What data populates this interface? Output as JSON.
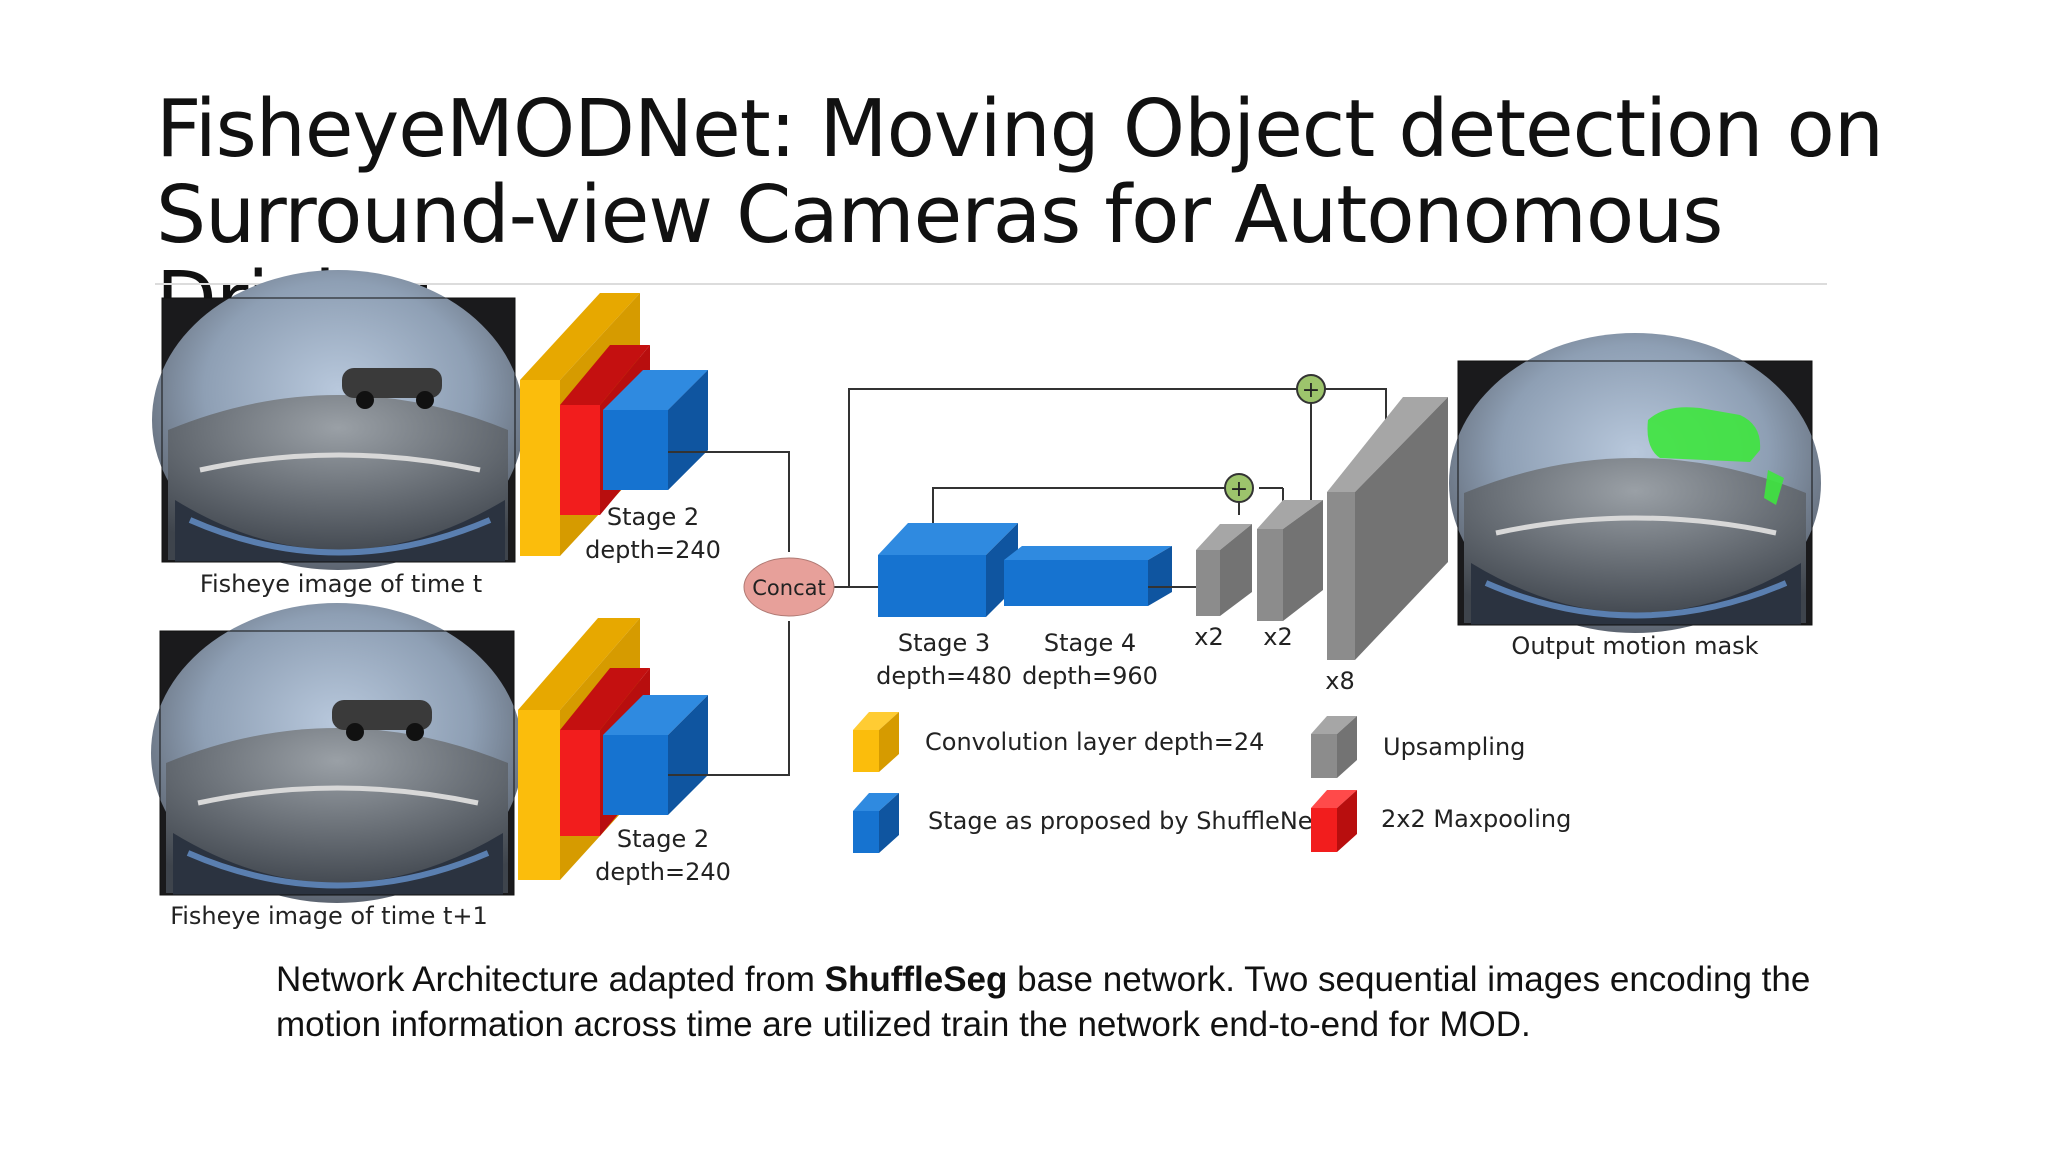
{
  "slide": {
    "title_line1": "FisheyeMODNet: Moving Object detection on",
    "title_line2": "Surround-view Cameras for Autonomous Driving"
  },
  "diagram": {
    "input_t_label": "Fisheye image of time t",
    "input_t1_label": "Fisheye image of time t+1",
    "stage2_top_l1": "Stage 2",
    "stage2_top_l2": "depth=240",
    "stage2_bot_l1": "Stage 2",
    "stage2_bot_l2": "depth=240",
    "concat_label": "Concat",
    "stage3_l1": "Stage 3",
    "stage3_l2": "depth=480",
    "stage4_l1": "Stage 4",
    "stage4_l2": "depth=960",
    "up1_label": "x2",
    "up2_label": "x2",
    "up3_label": "x8",
    "plus_symbol": "+",
    "output_label": "Output motion mask",
    "legend": {
      "conv": "Convolution layer depth=24",
      "stage": "Stage as proposed by ShuffleNet",
      "upsampling": "Upsampling",
      "maxpool": "2x2 Maxpooling"
    },
    "colors": {
      "conv_yellow": "#fbbd0c",
      "maxpool_red": "#f21d1d",
      "stage_blue": "#1673d0",
      "upsample_gray": "#8c8c8c",
      "concat_fill": "#e7a09a",
      "plus_fill": "#9dc46c",
      "mask_green": "#3ee63e"
    }
  },
  "caption": {
    "part1": "Network Architecture adapted from ",
    "bold": "ShuffleSeg",
    "part2": " base network. Two sequential images encoding the motion information across time are utilized train the network end-to-end for MOD."
  }
}
